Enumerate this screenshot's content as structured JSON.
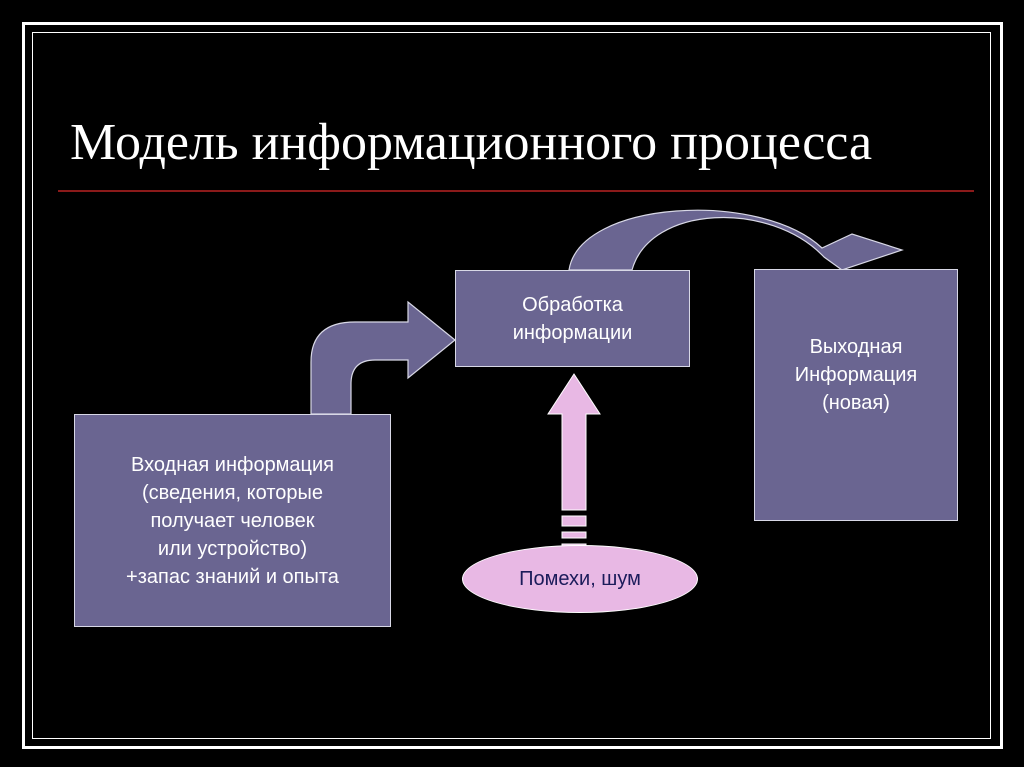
{
  "slide": {
    "title": "Модель информационного процесса"
  },
  "diagram": {
    "input_box": {
      "text": "Входная информация\n(сведения, которые\nполучает человек\nили устройство)\n+запас знаний и опыта"
    },
    "process_box": {
      "text": "Обработка\nинформации"
    },
    "output_box": {
      "text": "Выходная\nИнформация\n(новая)"
    },
    "noise_ellipse": {
      "text": "Помехи, шум"
    }
  },
  "colors": {
    "background": "#000000",
    "box_fill": "#6a6591",
    "arrow_fill": "#6a6591",
    "noise_fill": "#e8b8e4",
    "noise_text": "#1b1b5a",
    "title_rule": "#8b1a1a"
  }
}
